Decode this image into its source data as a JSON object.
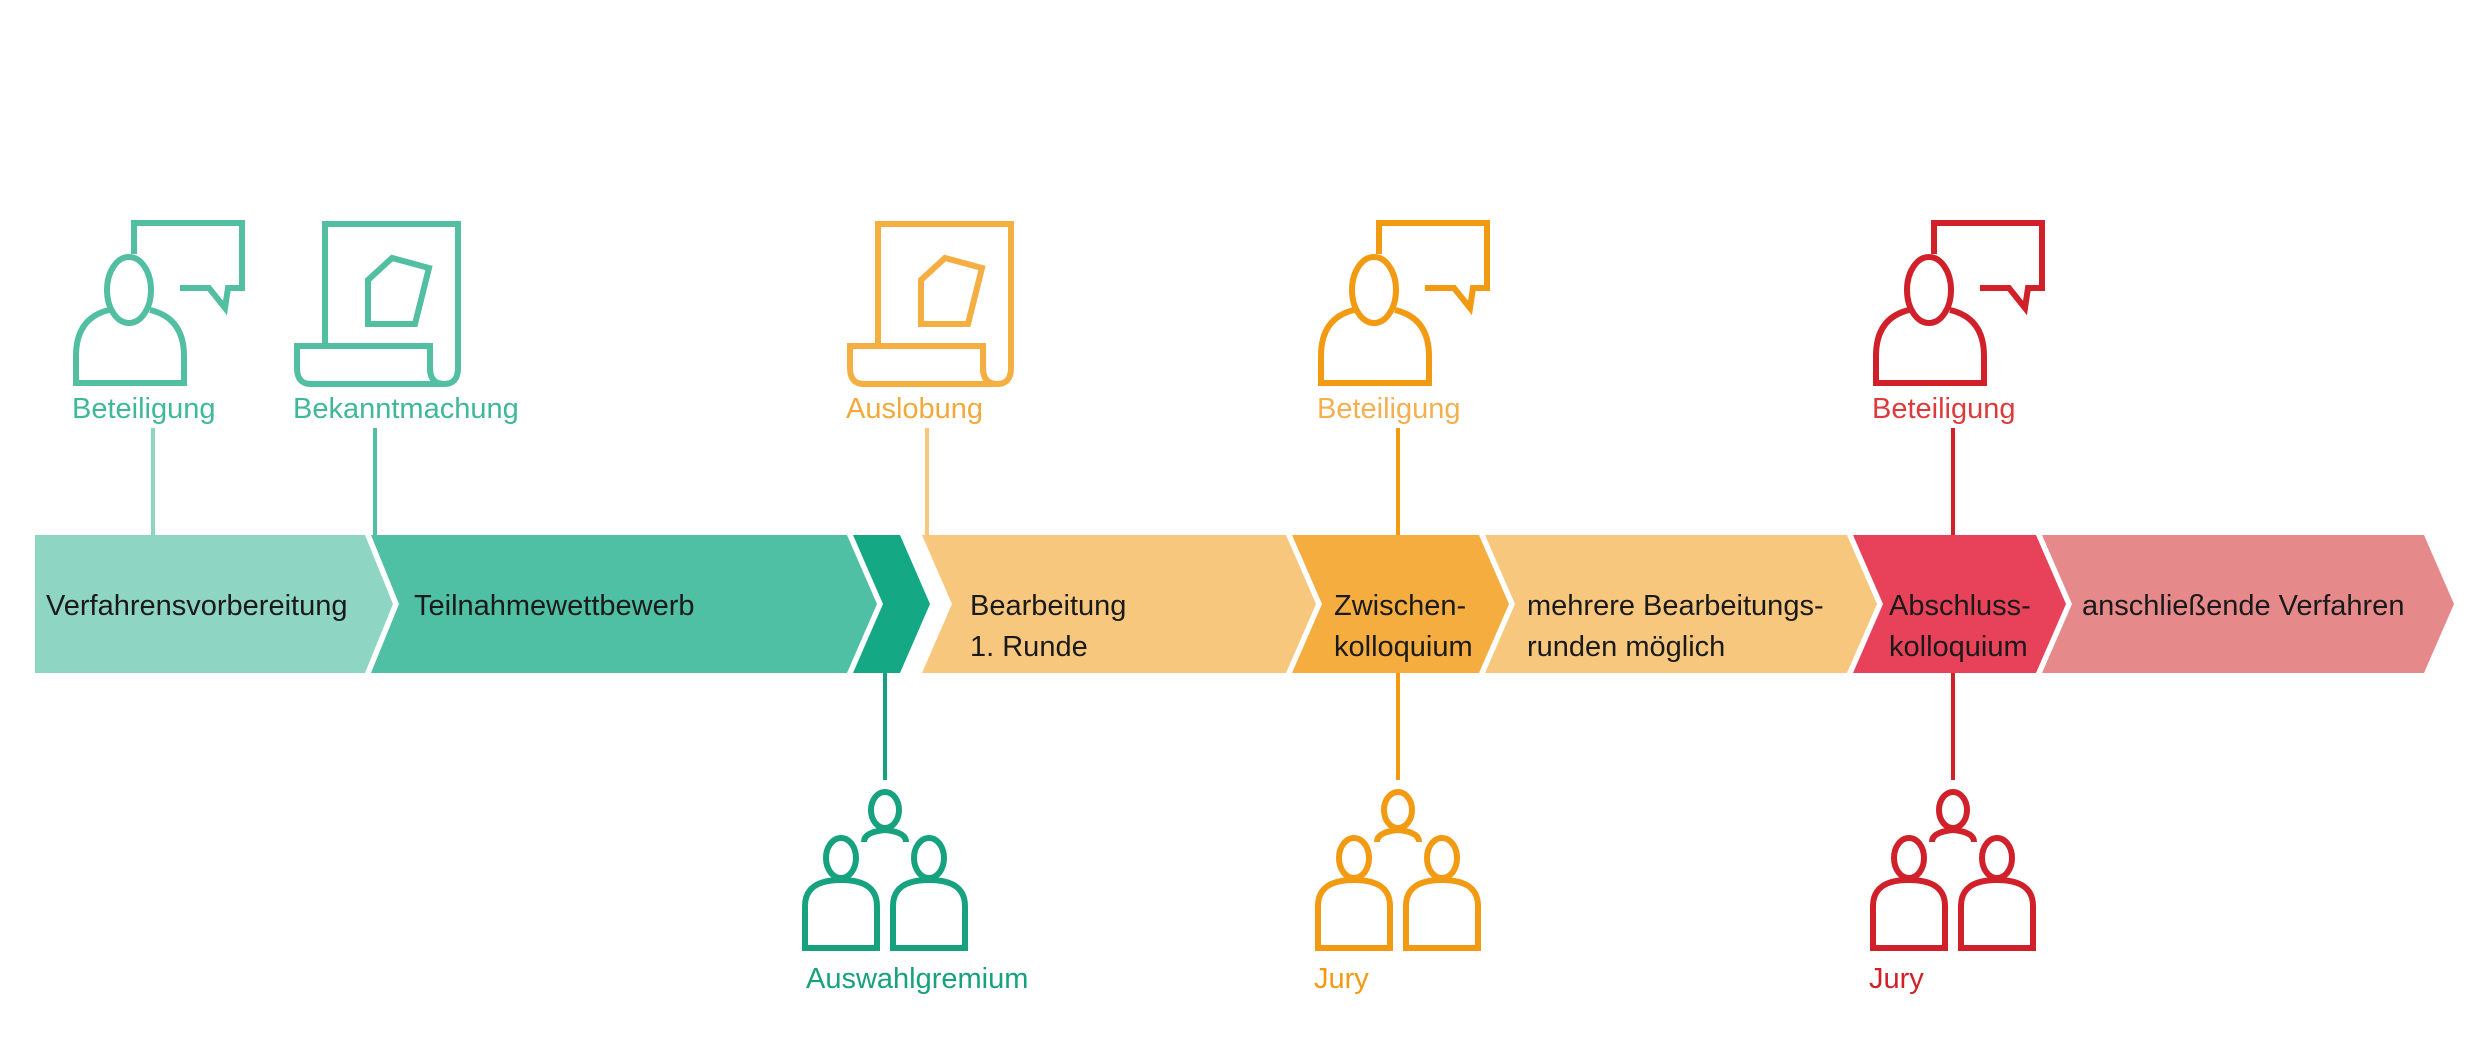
{
  "colors": {
    "teal_light": "#8ed5c3",
    "teal_mid": "#4fc0a4",
    "teal_dark": "#14a884",
    "orange_light": "#f8c77e",
    "orange": "#f5ad3f",
    "red": "#e8425a",
    "red_light": "#e6898b",
    "icon_teal_light": "#52bfa3",
    "icon_teal_dark": "#17a27f",
    "icon_orange_light": "#f5ae42",
    "icon_orange": "#f29a12",
    "icon_red": "#d0202a",
    "label_orange_light": "#f3b04e",
    "label_red": "#dd3b3b"
  },
  "segments": [
    {
      "lines": [
        "Verfahrensvorbereitung"
      ]
    },
    {
      "lines": [
        "Teilnahmewettbewerb"
      ]
    },
    {
      "lines": [
        ""
      ]
    },
    {
      "lines": [
        "Bearbeitung",
        "1. Runde"
      ]
    },
    {
      "lines": [
        "Zwischen-",
        "kolloquium"
      ]
    },
    {
      "lines": [
        "mehrere Bearbeitungs-",
        "runden möglich"
      ]
    },
    {
      "lines": [
        "Abschluss-",
        "kolloquium"
      ]
    },
    {
      "lines": [
        "anschließende Verfahren"
      ]
    }
  ],
  "top_icons": [
    {
      "icon": "speech-person-icon",
      "label": "Beteiligung"
    },
    {
      "icon": "document-scroll-icon",
      "label": "Bekanntmachung"
    },
    {
      "icon": "document-scroll-icon",
      "label": "Auslobung"
    },
    {
      "icon": "speech-person-icon",
      "label": "Beteiligung"
    },
    {
      "icon": "speech-person-icon",
      "label": "Beteiligung"
    }
  ],
  "bottom_icons": [
    {
      "icon": "group-icon",
      "label": "Auswahlgremium"
    },
    {
      "icon": "group-icon",
      "label": "Jury"
    },
    {
      "icon": "group-icon",
      "label": "Jury"
    }
  ]
}
